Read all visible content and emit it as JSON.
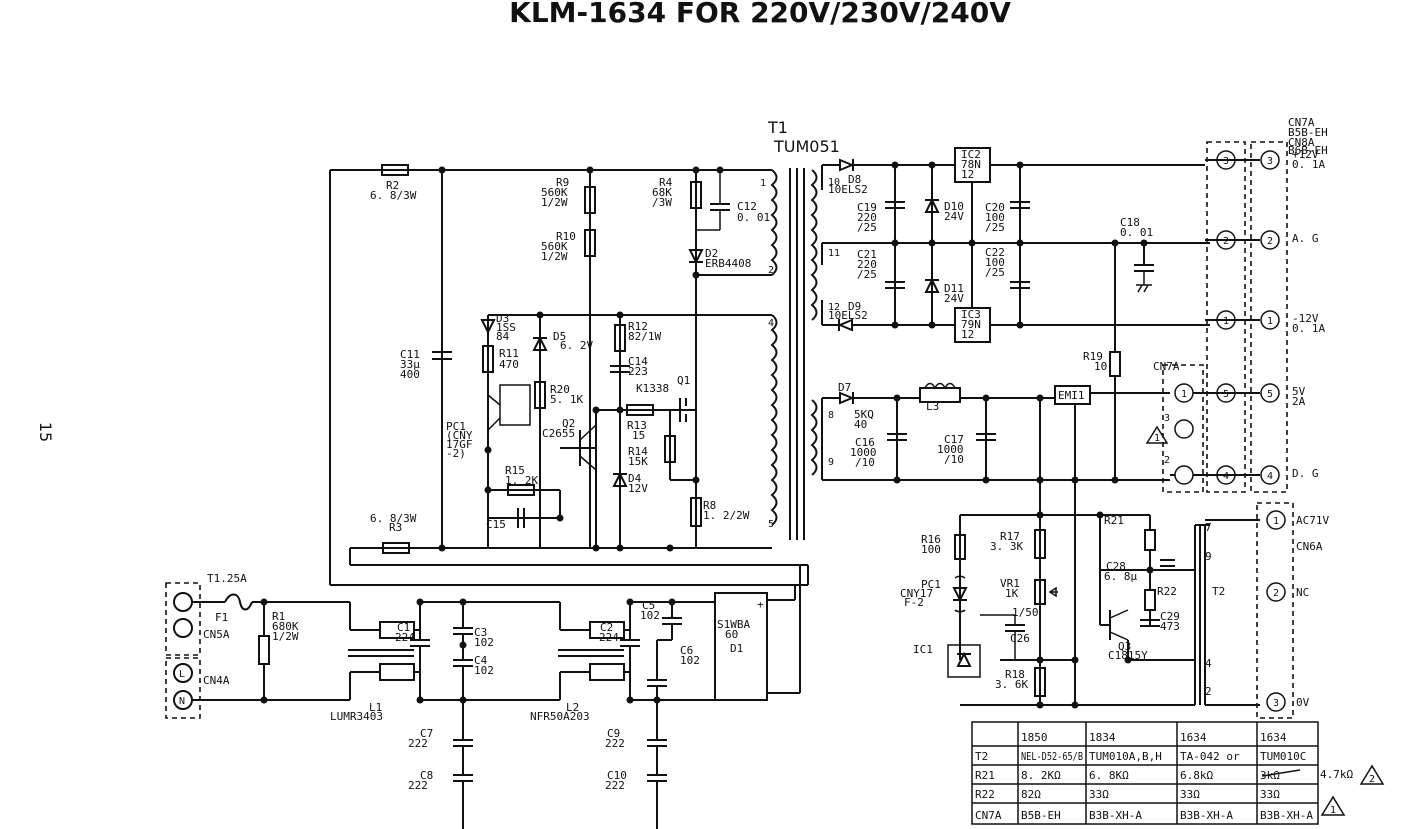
{
  "title": "KLM-1634 FOR 220V/230V/240V",
  "page_number": "15",
  "transformer_t1": {
    "ref": "T1",
    "part": "TUM051"
  },
  "transformer_t2": {
    "ref": "T2"
  },
  "components": {
    "R1": [
      "R1",
      "680K",
      "1/2W"
    ],
    "R2": [
      "R2",
      "6. 8/3W"
    ],
    "R3": [
      "6. 8/3W",
      "R3"
    ],
    "R4": [
      "R4",
      "68K",
      "/3W"
    ],
    "R8": [
      "R8",
      "1. 2/2W"
    ],
    "R9": [
      "R9",
      "560K",
      "1/2W"
    ],
    "R10": [
      "R10",
      "560K",
      "1/2W"
    ],
    "R11": [
      "R11",
      "470"
    ],
    "R12": [
      "R12",
      "82/1W"
    ],
    "R13": [
      "R13",
      "15"
    ],
    "R14": [
      "R14",
      "15K"
    ],
    "R15": [
      "R15",
      "1. 2K"
    ],
    "R16": [
      "R16",
      "100"
    ],
    "R17": [
      "R17",
      "3. 3K"
    ],
    "R18": [
      "R18",
      "3. 6K"
    ],
    "R19": [
      "R19",
      "10"
    ],
    "R20": [
      "R20",
      "5. 1K"
    ],
    "R21": [
      "R21"
    ],
    "R22": [
      "R22"
    ],
    "VR1": [
      "VR1",
      "1K"
    ],
    "C1": [
      "C1",
      "224"
    ],
    "C2": [
      "C2",
      "224"
    ],
    "C3": [
      "C3",
      "102"
    ],
    "C4": [
      "C4",
      "102"
    ],
    "C5": [
      "C5",
      "102"
    ],
    "C6": [
      "C6",
      "102"
    ],
    "C7": [
      "C7",
      "222"
    ],
    "C8": [
      "C8",
      "222"
    ],
    "C9": [
      "C9",
      "222"
    ],
    "C10": [
      "C10",
      "222"
    ],
    "C11": [
      "C11",
      "33μ",
      "400"
    ],
    "C12": [
      "C12",
      "0. 01"
    ],
    "C14": [
      "C14",
      "223"
    ],
    "C15": [
      "C15"
    ],
    "C16": [
      "C16",
      "1000",
      "/10"
    ],
    "C17": [
      "C17",
      "1000",
      "/10"
    ],
    "C18": [
      "C18",
      "0. 01"
    ],
    "C19": [
      "C19",
      "220",
      "/25"
    ],
    "C20": [
      "C20",
      "100",
      "/25"
    ],
    "C21": [
      "C21",
      "220",
      "/25"
    ],
    "C22": [
      "C22",
      "100",
      "/25"
    ],
    "C26": [
      "C26",
      "1/50"
    ],
    "C28": [
      "C28",
      "6. 8μ"
    ],
    "C29": [
      "C29",
      "473"
    ],
    "D1": [
      "S1WBA",
      "60",
      "D1"
    ],
    "D2": [
      "D2",
      "ERB4408"
    ],
    "D3": [
      "D3",
      "1SS",
      "84"
    ],
    "D4": [
      "D4",
      "12V"
    ],
    "D5": [
      "D5",
      "6. 2V"
    ],
    "D7": [
      "D7",
      "5KQ",
      "40"
    ],
    "D8": [
      "D8",
      "10ELS2"
    ],
    "D9": [
      "D9",
      "10ELS2"
    ],
    "D10": [
      "D10",
      "24V"
    ],
    "D11": [
      "D11",
      "24V"
    ],
    "Q1": [
      "Q1",
      "K1338"
    ],
    "Q2": [
      "Q2",
      "C2655"
    ],
    "Q3": [
      "Q3",
      "C1815Y"
    ],
    "IC1": [
      "IC1"
    ],
    "IC2": [
      "IC2",
      "78N",
      "12"
    ],
    "IC3": [
      "IC3",
      "79N",
      "12"
    ],
    "PC1a": [
      "PC1",
      "(CNY",
      "17GF",
      "-2)"
    ],
    "PC1b": [
      "PC1",
      "CNY17",
      "F-2"
    ],
    "L1": [
      "L1",
      "LUMR3403"
    ],
    "L2": [
      "L2",
      "NFR50A203"
    ],
    "L3": [
      "L3"
    ],
    "F1": [
      "T1.25A",
      "F1"
    ],
    "EMI1": [
      "EMI1"
    ],
    "CN4A": [
      "CN4A"
    ],
    "CN5A": [
      "CN5A"
    ]
  },
  "connectors": {
    "cn7a_header": [
      "CN7A",
      "B5B-EH",
      "CN8A",
      "B6B-EH"
    ],
    "cn7a_mid": "CN7A",
    "cn6a": "CN6A",
    "outputs": [
      {
        "pin": "3",
        "label": [
          "+12V",
          "0. 1A"
        ]
      },
      {
        "pin": "2",
        "label": [
          "A. G"
        ]
      },
      {
        "pin": "1",
        "label": [
          "-12V",
          "0. 1A"
        ]
      },
      {
        "pin": "5",
        "label": [
          "5V",
          "2A"
        ]
      },
      {
        "pin": "4",
        "label": [
          "D. G"
        ]
      }
    ],
    "cn6a_pins": [
      {
        "pin": "1",
        "label": "AC71V"
      },
      {
        "pin": "2",
        "label": "NC"
      },
      {
        "pin": "3",
        "label": "0V"
      }
    ]
  },
  "variant_table": {
    "headers": [
      "",
      "1850",
      "1834",
      "1634",
      "1634"
    ],
    "rows": [
      [
        "T2",
        "NEL-D52-65/B",
        "TUM010A,B,H",
        "TA-042 or",
        "TUM010C"
      ],
      [
        "R21",
        "8. 2KΩ",
        "6. 8KΩ",
        "6.8kΩ",
        "3kΩ"
      ],
      [
        "R22",
        "82Ω",
        "33Ω",
        "33Ω",
        "33Ω"
      ],
      [
        "CN7A",
        "B5B-EH",
        "B3B-XH-A",
        "B3B-XH-A",
        "B3B-XH-A"
      ]
    ],
    "note_r21": "4.7kΩ",
    "warning_marks": [
      "1",
      "2"
    ]
  }
}
